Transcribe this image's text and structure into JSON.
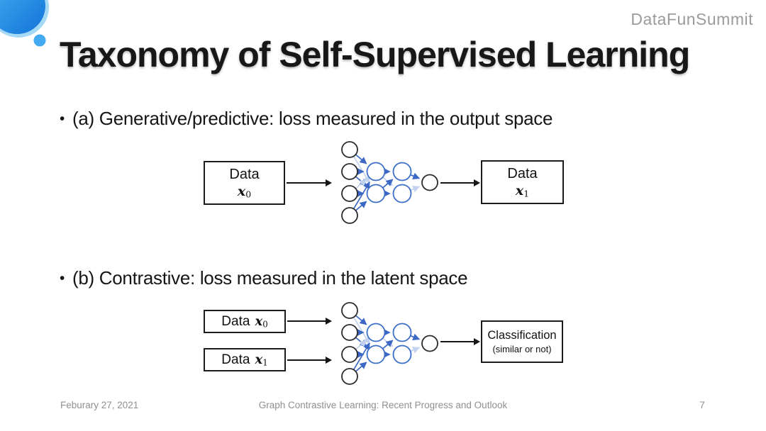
{
  "brand": "DataFunSummit",
  "title": "Taxonomy of Self-Supervised Learning",
  "bullet_char": "•",
  "bullets": {
    "a": "(a) Generative/predictive: loss measured in the output space",
    "b": "(b) Contrastive: loss measured in the latent space"
  },
  "diagram_a": {
    "input_box": {
      "line1": "Data",
      "var": "x",
      "sub": "0"
    },
    "output_box": {
      "line1": "Data",
      "var": "x",
      "sub": "1"
    }
  },
  "diagram_b": {
    "box1": {
      "label": "Data",
      "var": "x",
      "sub": "0"
    },
    "box2": {
      "label": "Data",
      "var": "x",
      "sub": "1"
    },
    "output_box": {
      "title": "Classification",
      "subtitle": "(similar or not)"
    }
  },
  "network": {
    "layers": [
      4,
      2,
      2,
      1
    ],
    "layer_stroke": [
      "#2a2a2a",
      "#3c6fc8",
      "#3c6fc8",
      "#2a2a2a"
    ],
    "edge_color": "#3a68c4",
    "edge_light_color": "#c3d2ee",
    "light_edges": [
      [
        0,
        0,
        1
      ],
      [
        0,
        2,
        0
      ],
      [
        1,
        0,
        1
      ],
      [
        2,
        1,
        0
      ]
    ]
  },
  "colors": {
    "deco_halo": "#a6d9f6",
    "deco_main_top": "#45b2f2",
    "deco_main_bottom": "#1272d8",
    "deco_dot": "#41aaf0",
    "brand_gray": "#9b9b9b",
    "footer_gray": "#8f8f8f"
  },
  "footer": {
    "date": "Feburary 27, 2021",
    "title": "Graph Contrastive Learning: Recent Progress and Outlook",
    "page": "7"
  }
}
